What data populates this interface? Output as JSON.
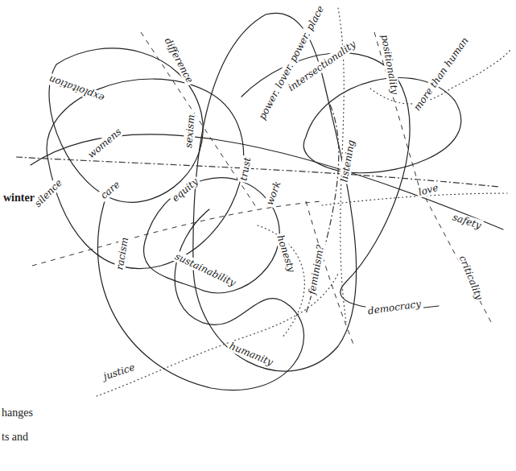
{
  "diagram": {
    "labels": [
      "power. lover. power. place",
      "difference",
      "intersectionality",
      "positionality",
      "more than human",
      "exploitation",
      "womens",
      "sexism",
      "winter…\"",
      "love",
      "silence",
      "care",
      "equity",
      "trust",
      "work",
      "listening",
      "safety",
      "criticality",
      "racism",
      "sustainability",
      "honesty",
      "feminism?",
      "democracy",
      "justice",
      "humanity",
      "hanges",
      "ts and"
    ]
  }
}
